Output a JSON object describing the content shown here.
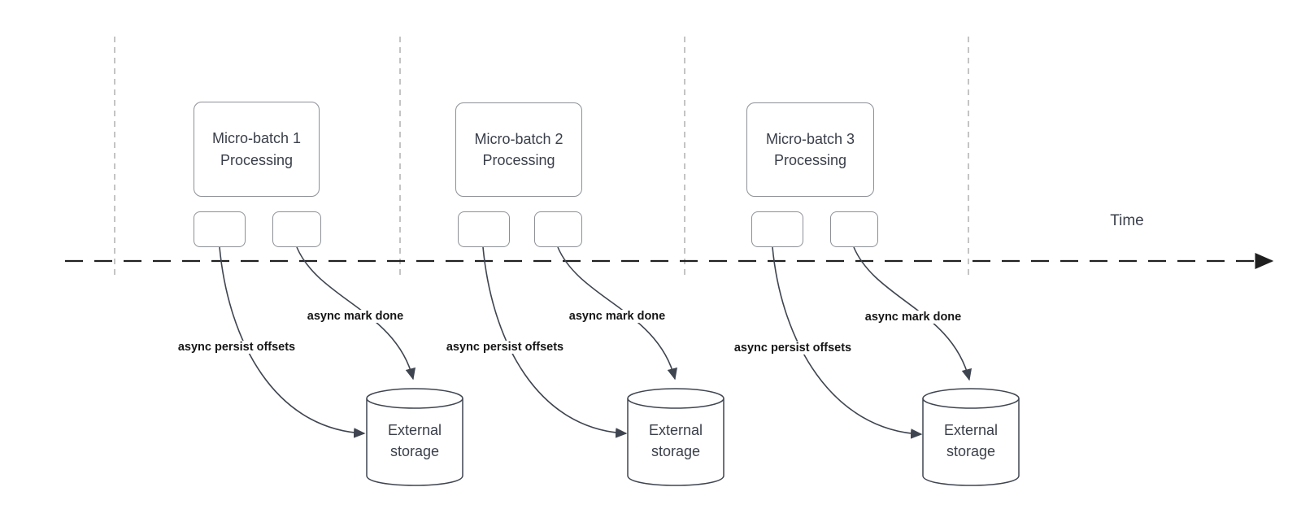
{
  "colors": {
    "canvas-bg": "#ffffff",
    "axis-color": "#1f1f1f",
    "divider-color": "#b5b5b5",
    "connector-color": "#3f4550",
    "shape-border-color": "#8c9096",
    "shape-text-color": "#3a3f4a",
    "edge-label-color": "#161616"
  },
  "time_axis": {
    "label": "Time"
  },
  "batches": [
    {
      "box_label": [
        "Micro-batch 1",
        "Processing"
      ],
      "persist_label": "async persist offsets",
      "mark_done_label": "async mark done",
      "storage_label": [
        "External",
        "storage"
      ]
    },
    {
      "box_label": [
        "Micro-batch 2",
        "Processing"
      ],
      "persist_label": "async persist offsets",
      "mark_done_label": "async mark done",
      "storage_label": [
        "External",
        "storage"
      ]
    },
    {
      "box_label": [
        "Micro-batch 3",
        "Processing"
      ],
      "persist_label": "async persist offsets",
      "mark_done_label": "async mark done",
      "storage_label": [
        "External",
        "storage"
      ]
    }
  ]
}
